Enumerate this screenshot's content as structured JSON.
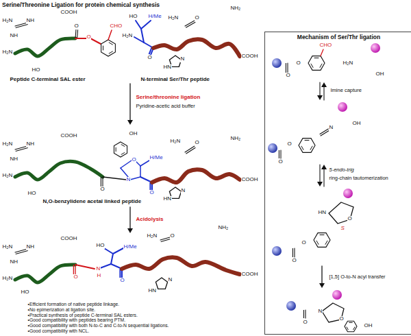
{
  "diagram": {
    "title": "Serine/Threonine Ligation for protein chemical synthesis",
    "nodes": [
      {
        "text": [
          "Mechanism of Ser/Thr ligation"
        ]
      }
    ],
    "labels": [
      "H₂N",
      "NH",
      "COOH",
      "NH",
      "H₂N",
      "HO",
      "O",
      "O",
      "CHO",
      "Peptide C-terminal SAL ester",
      "HO",
      "H/Me",
      "H₂N",
      "O",
      "NH₂",
      "H₂N",
      "O",
      "N",
      "HN",
      "COOH",
      "N-terminal Ser/Thr peptide",
      "Serine/threonine ligation",
      "Pyridine-acetic acid buffer",
      "COOH",
      "OH",
      "H₂N",
      "NH",
      "H₂N",
      "O",
      "NH₂",
      "H/Me",
      "O",
      "NH",
      "H₂N",
      "N",
      "COOH",
      "O",
      "N",
      "O",
      "HO",
      "HN",
      "N,O-benzylidene acetal linked peptide",
      "Acidolysis",
      "COOH",
      "H₂N",
      "O",
      "NH₂",
      "HO",
      "H/Me",
      "H₂N",
      "NH",
      "NH",
      "N",
      "COOH",
      "H",
      "H₂N",
      "O",
      "N",
      "O",
      "HN",
      "HO",
      "•Efficient formation of native peptide linkage.",
      "•No epimerization at ligation site.",
      "•Practical synthesis of peptide C-terminal SAL esters.",
      "•Good compatibility with peptides bearing PTM.",
      "•Good compatibility with both N-to-C and C-to-N sequential ligations.",
      "•Good compatibility with NCL.",
      "CHO",
      "O",
      "H₂N",
      "OH",
      "O",
      "Imine capture",
      "OH",
      "N",
      "O",
      "O",
      "5-endo-trig",
      "ring-chain tautomerization",
      "HN",
      "O",
      "S",
      "O",
      "O",
      "[1,5] O-to-N acyl transfer",
      "N",
      "O",
      "O",
      "OH"
    ]
  }
}
